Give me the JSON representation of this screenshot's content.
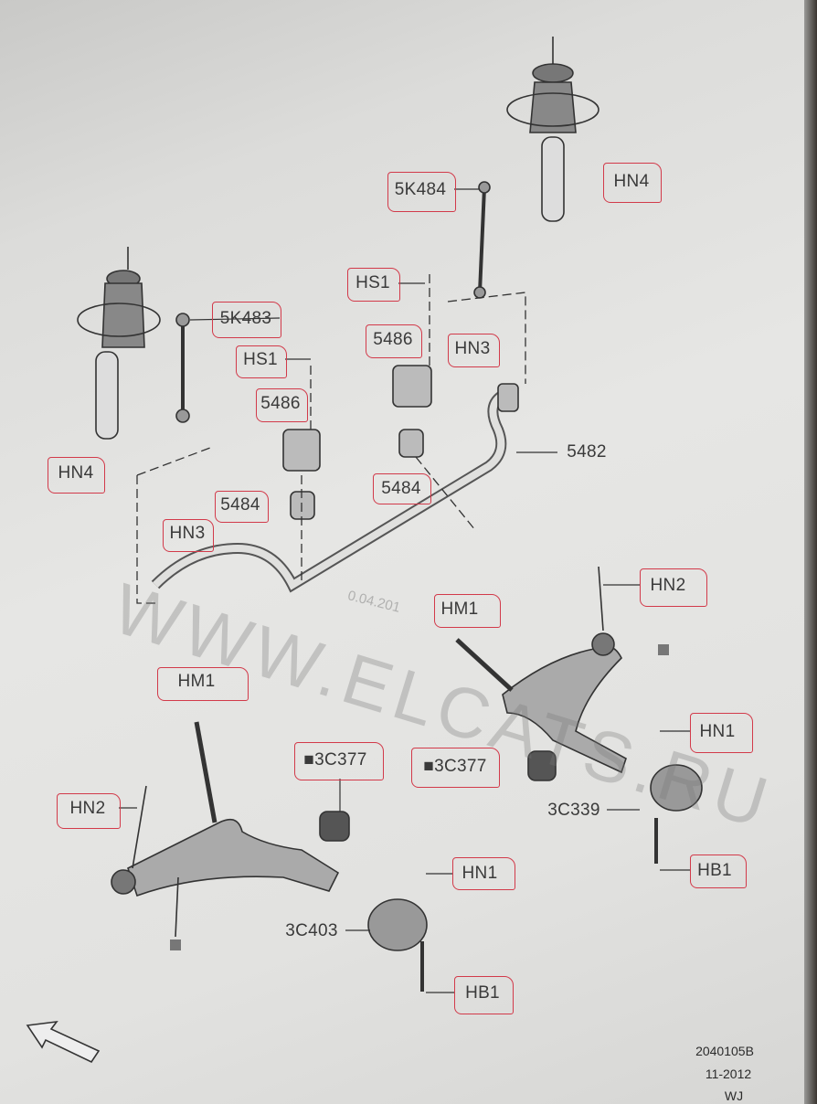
{
  "watermark": {
    "site": "WWW.ELCATS.RU",
    "date": "0.04.201"
  },
  "labels": {
    "hn4_top": "HN4",
    "k484": "5K484",
    "hs1_top": "HS1",
    "p5486_mid": "5486",
    "hn3_right": "HN3",
    "p5482": "5482",
    "k483": "5K483",
    "hs1_left": "HS1",
    "p5486_left": "5486",
    "hn4_left": "HN4",
    "p5484_mid": "5484",
    "p5484_left": "5484",
    "hn3_left": "HN3",
    "hm1_mid": "HM1",
    "hn2_right": "HN2",
    "hm1_left": "HM1",
    "c377_left": "■3C377",
    "c377_right": "■3C377",
    "hn1_right": "HN1",
    "c339": "3C339",
    "hb1_right": "HB1",
    "hn2_left": "HN2",
    "hn1_mid": "HN1",
    "c403": "3C403",
    "hb1_bottom": "HB1"
  },
  "stamp": {
    "code": "2040105B",
    "date": "11-2012",
    "initials": "WJ"
  },
  "colors": {
    "markup": "#d23a4a",
    "ink": "#3a3a3a"
  }
}
